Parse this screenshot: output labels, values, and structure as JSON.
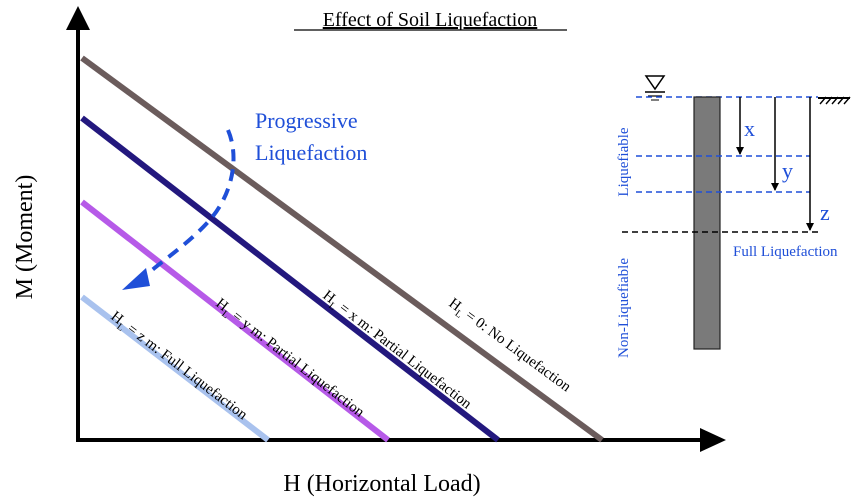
{
  "title": "Effect of Soil Liquefaction",
  "axes": {
    "x_label": "H (Horizontal Load)",
    "y_label": "M (Moment)"
  },
  "annotation": "Progressive Liquefaction",
  "annotation_lines": [
    "Progressive",
    "Liquefaction"
  ],
  "curves": [
    {
      "sym": "H",
      "sub": "L",
      "rest": " = 0: No Liquefaction",
      "color": "#6b5c5c"
    },
    {
      "sym": "H",
      "sub": "L",
      "rest": " = x m: Partial Liquefaction",
      "color": "#23187e"
    },
    {
      "sym": "H",
      "sub": "L",
      "rest": " = y m: Partial Liquefaction",
      "color": "#b65ae8"
    },
    {
      "sym": "H",
      "sub": "L",
      "rest": " = z m: Full Liquefaction",
      "color": "#a9c2ee"
    }
  ],
  "pile_diagram": {
    "depths": [
      "x",
      "y",
      "z"
    ],
    "liquefiable_label": "Liquefiable",
    "non_liquefiable_label": "Non-Liquefiable",
    "full_liquefaction_label": "Full Liquefaction"
  },
  "colors": {
    "axis": "#000000",
    "annotation": "#1f4fd8",
    "water_level": "#1f4fd8",
    "pile": "#7a7a7a"
  }
}
